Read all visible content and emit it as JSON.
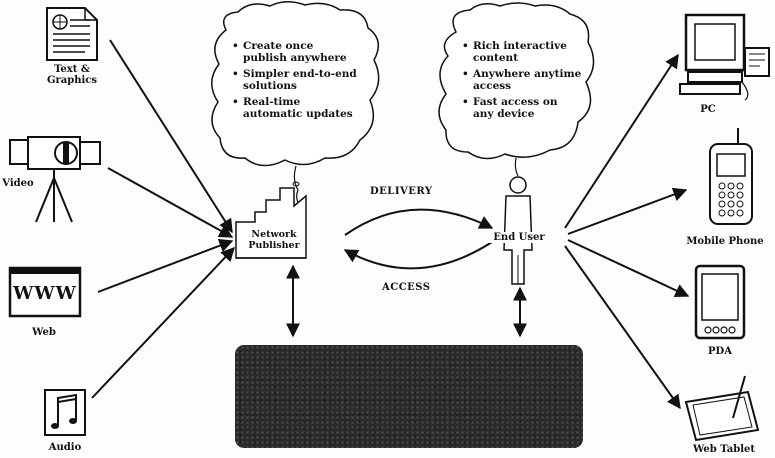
{
  "sources": {
    "text_graphics": "Text &\nGraphics",
    "video": "Video",
    "web": "Web",
    "web_glyph": "WWW",
    "audio": "Audio"
  },
  "devices": {
    "pc": "PC",
    "mobile": "Mobile Phone",
    "pda": "PDA",
    "tablet": "Web Tablet"
  },
  "publisher_cloud": [
    "Create once\npublish anywhere",
    "Simpler end-to-end\nsolutions",
    "Real-time\nautomatic updates"
  ],
  "user_cloud": [
    "Rich interactive\ncontent",
    "Anywhere anytime\naccess",
    "Fast access on\nany device"
  ],
  "network_publisher": "Network\nPublisher",
  "end_user": "End User",
  "delivery": "DELIVERY",
  "access": "ACCESS",
  "bottom_box": [
    "",
    "",
    "",
    ""
  ],
  "colors": {
    "ink": "#111111",
    "box": "#2a2a2a"
  }
}
